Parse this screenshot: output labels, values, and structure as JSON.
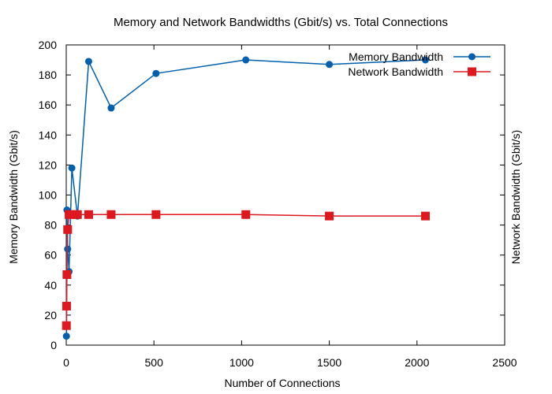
{
  "chart_data": {
    "type": "line",
    "title": "Memory and Network Bandwidths (Gbit/s) vs. Total Connections",
    "xlabel": "Number of Connections",
    "ylabel_left": "Memory Bandwidth (Gbit/s)",
    "ylabel_right": "Network Bandwidth (Gbit/s)",
    "xlim": [
      0,
      2500
    ],
    "ylim": [
      0,
      200
    ],
    "x_ticks": [
      0,
      500,
      1000,
      1500,
      2000,
      2500
    ],
    "y_ticks": [
      0,
      20,
      40,
      60,
      80,
      100,
      120,
      140,
      160,
      180,
      200
    ],
    "grid": false,
    "legend_position": "top-right",
    "series": [
      {
        "name": "Memory Bandwidth",
        "color": "#0060ad",
        "marker": "circle",
        "points": [
          [
            1,
            6
          ],
          [
            2,
            13
          ],
          [
            4,
            90
          ],
          [
            8,
            64
          ],
          [
            16,
            49
          ],
          [
            32,
            118
          ],
          [
            64,
            86
          ],
          [
            128,
            189
          ],
          [
            256,
            158
          ],
          [
            512,
            181
          ],
          [
            1024,
            190
          ],
          [
            1500,
            187
          ],
          [
            2048,
            190
          ]
        ]
      },
      {
        "name": "Network Bandwidth",
        "color": "#dd181f",
        "marker": "square",
        "points": [
          [
            1,
            13
          ],
          [
            2,
            26
          ],
          [
            4,
            47
          ],
          [
            8,
            77
          ],
          [
            16,
            87
          ],
          [
            32,
            87
          ],
          [
            64,
            87
          ],
          [
            128,
            87
          ],
          [
            256,
            87
          ],
          [
            512,
            87
          ],
          [
            1024,
            87
          ],
          [
            1500,
            86
          ],
          [
            2048,
            86
          ]
        ]
      }
    ]
  },
  "colors": {
    "memory_series": "#0060ad",
    "network_series": "#dd181f",
    "left_axis_label": "#9400d3",
    "right_axis_label": "#009e73"
  }
}
